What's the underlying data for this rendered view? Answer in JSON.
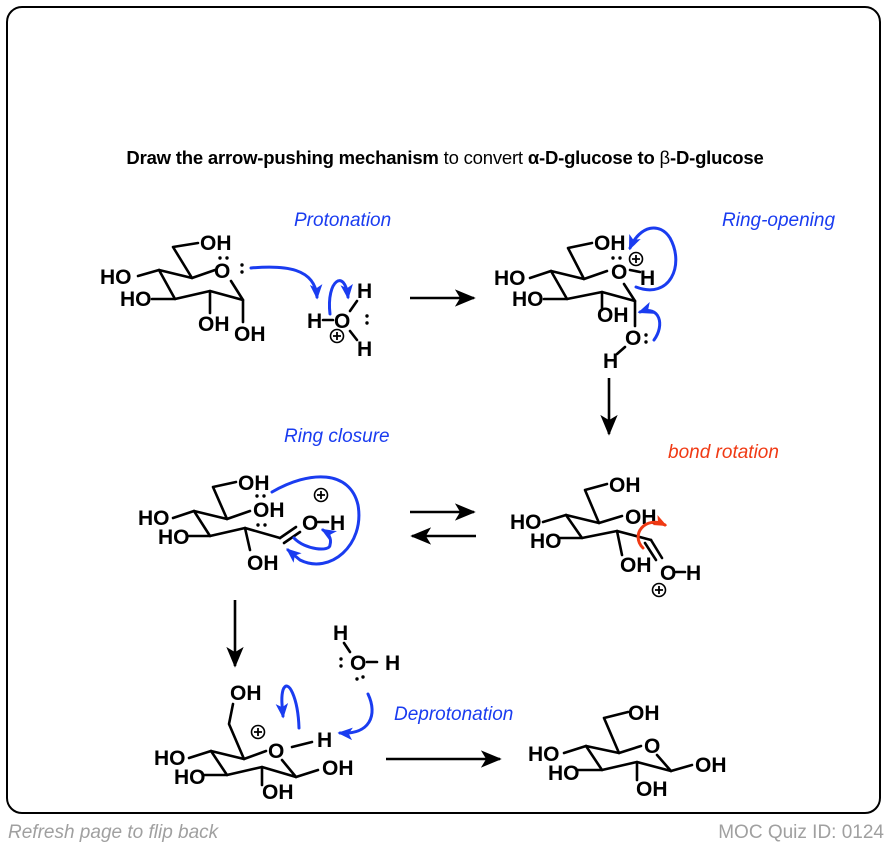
{
  "title": {
    "bold_part": "Draw the arrow-pushing mechanism",
    "middle_part": " to convert ",
    "reactant": "α-D-glucose",
    "connector": " to ",
    "product_greek": "β",
    "product_rest": "-D-glucose"
  },
  "colors": {
    "mechanism_arrow": "#1a3cf0",
    "rotation_arrow": "#f03a14",
    "footer_text": "#a0a0a0",
    "frame": "#000000"
  },
  "steps": [
    {
      "id": "protonation",
      "label": "Protonation",
      "color": "#1a3cf0"
    },
    {
      "id": "ring-opening",
      "label": "Ring-opening",
      "color": "#1a3cf0"
    },
    {
      "id": "bond-rotation",
      "label": "bond rotation",
      "color": "#f03a14"
    },
    {
      "id": "ring-closure",
      "label": "Ring closure",
      "color": "#1a3cf0"
    },
    {
      "id": "deprotonation",
      "label": "Deprotonation",
      "color": "#1a3cf0"
    }
  ],
  "atoms": {
    "OH": "OH",
    "HO": "HO",
    "O": "O",
    "H": "H",
    "H_dash": "H–",
    "O_dash_H": "O–H"
  },
  "molecules": [
    {
      "id": "alpha-d-glucose",
      "name": "α-D-glucose"
    },
    {
      "id": "hydronium",
      "name": "H3O+"
    },
    {
      "id": "protonated-pyranose",
      "name": "protonated ring oxygen"
    },
    {
      "id": "oxocarbenium-open",
      "name": "open-chain protonated aldehyde"
    },
    {
      "id": "oxocarbenium-rotated",
      "name": "rotated open-chain protonated aldehyde"
    },
    {
      "id": "protonated-beta",
      "name": "protonated β-pyranose"
    },
    {
      "id": "water",
      "name": "H2O"
    },
    {
      "id": "beta-d-glucose",
      "name": "β-D-glucose"
    }
  ],
  "footer": {
    "left": "Refresh page to flip back",
    "right": "MOC Quiz ID: 0124"
  }
}
